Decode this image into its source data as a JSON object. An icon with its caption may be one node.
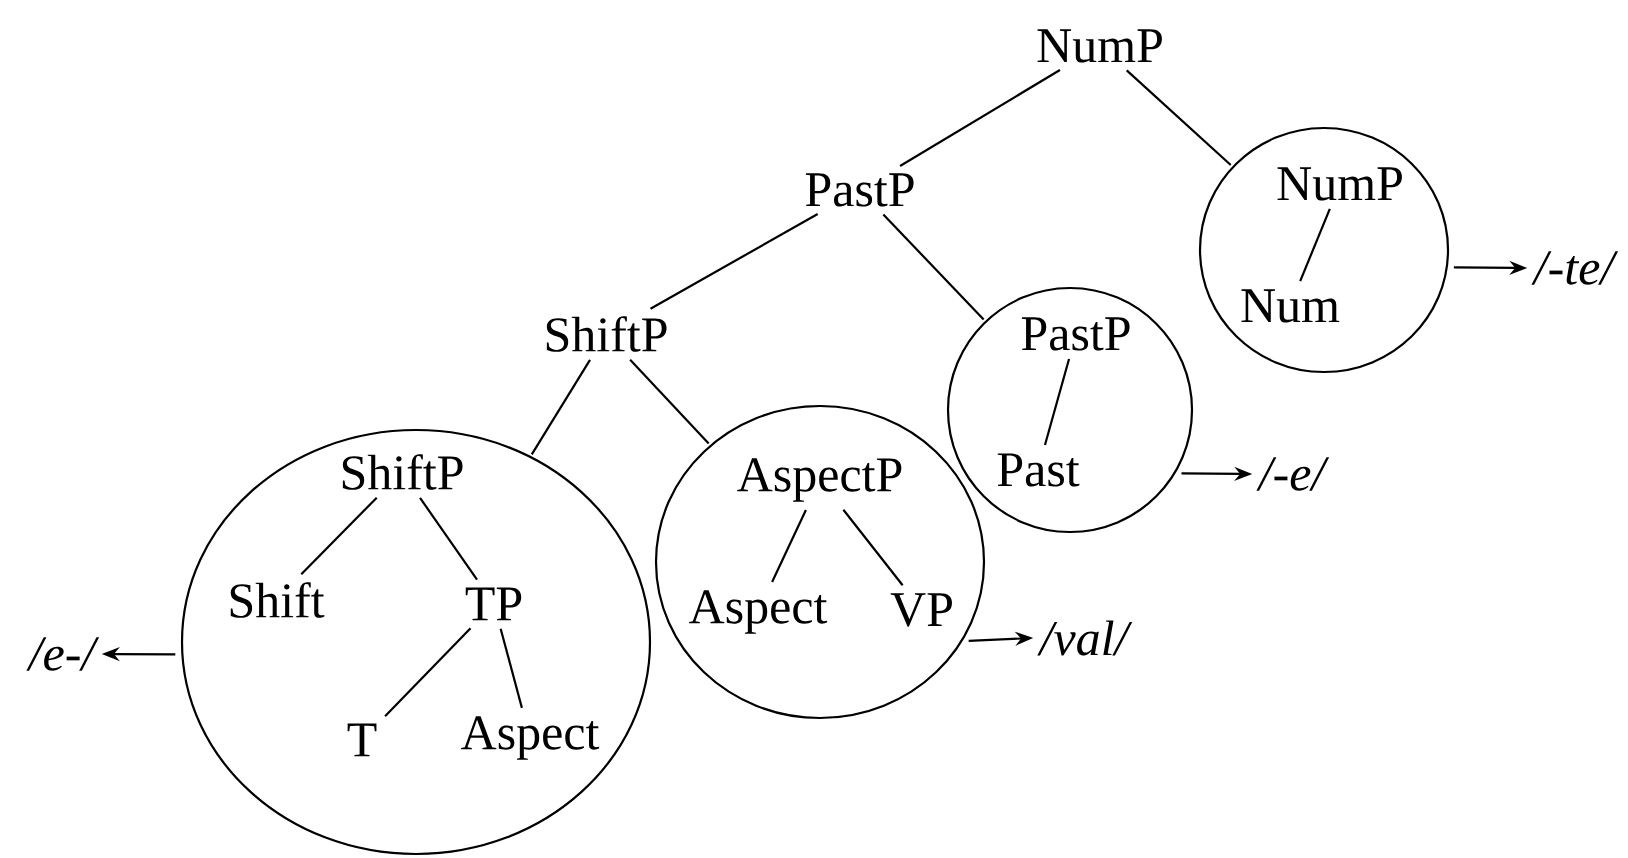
{
  "diagram": {
    "nodes": [
      {
        "text": [
          "NumP"
        ]
      },
      {
        "text": [
          "PastP"
        ]
      },
      {
        "text": [],
        "shape": "circle"
      },
      {
        "text": [
          "NumP"
        ],
        "in": 2
      },
      {
        "text": [
          "Num"
        ],
        "in": 2
      },
      {
        "text": [
          "/-te/"
        ]
      },
      {
        "text": [
          "ShiftP"
        ]
      },
      {
        "text": [],
        "shape": "circle"
      },
      {
        "text": [
          "PastP"
        ],
        "in": 7
      },
      {
        "text": [
          "Past"
        ],
        "in": 7
      },
      {
        "text": [
          "/-e/"
        ]
      },
      {
        "text": [],
        "shape": "circle"
      },
      {
        "text": [
          "ShiftP"
        ],
        "in": 11
      },
      {
        "text": [
          "Shift"
        ],
        "in": 11
      },
      {
        "text": [
          "TP"
        ],
        "in": 11
      },
      {
        "text": [
          "T"
        ],
        "in": 11
      },
      {
        "text": [
          "Aspect"
        ],
        "in": 11
      },
      {
        "text": [],
        "shape": "circle"
      },
      {
        "text": [
          "AspectP"
        ],
        "in": 17
      },
      {
        "text": [
          "Aspect"
        ],
        "in": 17
      },
      {
        "text": [
          "VP"
        ],
        "in": 17
      },
      {
        "text": [
          "/val/"
        ]
      },
      {
        "text": [
          "/e-/"
        ]
      }
    ],
    "edges": [
      {
        "from": 0,
        "to": 1,
        "arrow": "none"
      },
      {
        "from": 0,
        "to": 2,
        "arrow": "none"
      },
      {
        "from": 3,
        "to": 4,
        "arrow": "none"
      },
      {
        "from": 2,
        "to": 5,
        "arrow": "to"
      },
      {
        "from": 1,
        "to": 6,
        "arrow": "none"
      },
      {
        "from": 1,
        "to": 7,
        "arrow": "none"
      },
      {
        "from": 8,
        "to": 9,
        "arrow": "none"
      },
      {
        "from": 7,
        "to": 10,
        "arrow": "to"
      },
      {
        "from": 6,
        "to": 11,
        "arrow": "none"
      },
      {
        "from": 6,
        "to": 17,
        "arrow": "none"
      },
      {
        "from": 12,
        "to": 13,
        "arrow": "none"
      },
      {
        "from": 12,
        "to": 14,
        "arrow": "none"
      },
      {
        "from": 14,
        "to": 15,
        "arrow": "none"
      },
      {
        "from": 14,
        "to": 16,
        "arrow": "none"
      },
      {
        "from": 18,
        "to": 19,
        "arrow": "none"
      },
      {
        "from": 18,
        "to": 20,
        "arrow": "none"
      },
      {
        "from": 17,
        "to": 21,
        "arrow": "to"
      },
      {
        "from": 11,
        "to": 22,
        "arrow": "to"
      }
    ]
  }
}
